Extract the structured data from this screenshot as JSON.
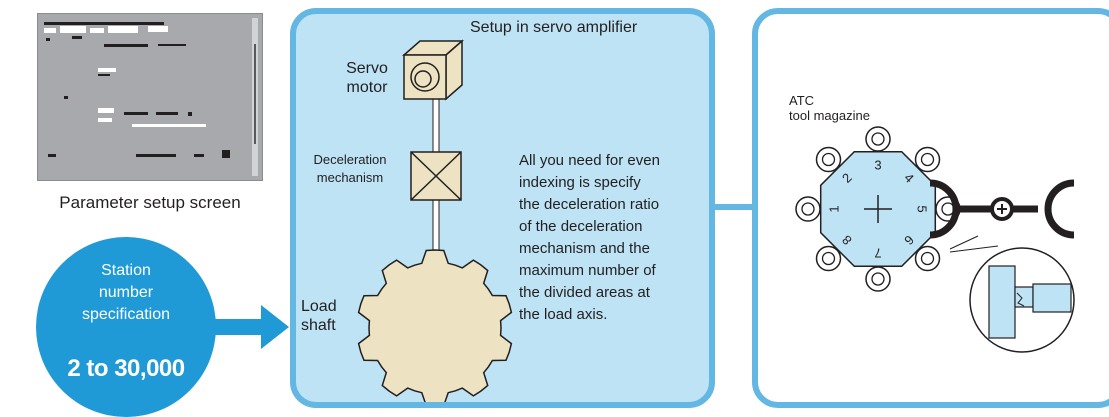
{
  "left": {
    "param_caption": "Parameter setup screen",
    "station_line1": "Station",
    "station_line2": "number",
    "station_line3": "specification",
    "station_range": "2 to 30,000"
  },
  "servo_panel": {
    "title": "Setup in servo amplifier",
    "servo_label_1": "Servo",
    "servo_label_2": "motor",
    "decel_label_1": "Deceleration",
    "decel_label_2": "mechanism",
    "load_label_1": "Load",
    "load_label_2": "shaft",
    "description": [
      "All you need for even",
      "indexing is specify",
      "the deceleration ratio",
      "of the deceleration",
      "mechanism and the",
      "maximum number of",
      "the divided areas at",
      "the load axis."
    ]
  },
  "atc_panel": {
    "title_1": "ATC",
    "title_2": "tool magazine",
    "station_numbers": [
      "1",
      "2",
      "3",
      "4",
      "5",
      "6",
      "7",
      "8"
    ]
  },
  "colors": {
    "panel_border": "#64b7e2",
    "panel_fill": "#bde3f5",
    "accent_blue": "#1f9ad6",
    "gear_fill": "#ede3c3",
    "magazine_fill": "#bde3f5"
  }
}
